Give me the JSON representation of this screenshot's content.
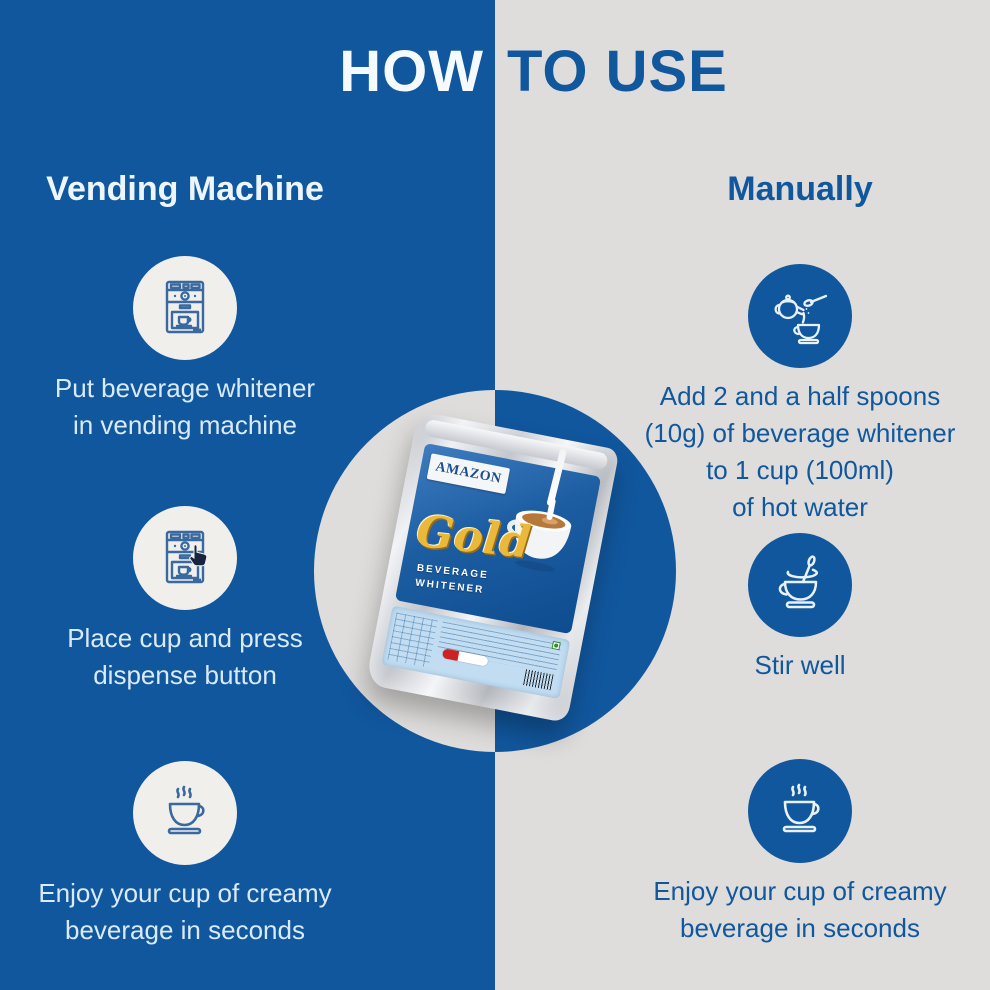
{
  "title": {
    "left_word": "HOW",
    "right_words": "TO USE"
  },
  "columns": {
    "left": {
      "heading": "Vending Machine",
      "steps": [
        {
          "icon": "vending-machine-icon",
          "lines": [
            "Put beverage whitener",
            "in vending machine"
          ]
        },
        {
          "icon": "press-dispense-button-icon",
          "lines": [
            "Place cup and press",
            "dispense button"
          ]
        },
        {
          "icon": "steaming-cup-icon",
          "lines": [
            "Enjoy your cup of creamy",
            "beverage in seconds"
          ]
        }
      ]
    },
    "right": {
      "heading": "Manually",
      "steps": [
        {
          "icon": "teapot-pour-spoon-icon",
          "lines": [
            "Add 2 and a half spoons",
            "(10g) of beverage whitener",
            "to 1 cup (100ml)",
            "of hot water"
          ]
        },
        {
          "icon": "stir-cup-icon",
          "lines": [
            "Stir well"
          ]
        },
        {
          "icon": "steaming-cup-icon",
          "lines": [
            "Enjoy your cup of creamy",
            "beverage in seconds"
          ]
        }
      ]
    }
  },
  "product": {
    "brand": "AMAZON",
    "name": "Gold",
    "subtitle_line1": "BEVERAGE",
    "subtitle_line2": "WHITENER"
  },
  "colors": {
    "blue": "#11579e",
    "gray": "#dedddb",
    "light_text": "#d9eaf9",
    "gold": "#eab83b"
  }
}
